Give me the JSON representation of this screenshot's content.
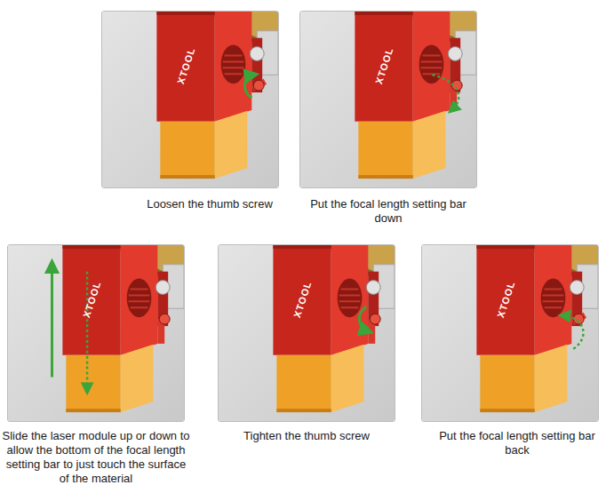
{
  "diagram": {
    "labels": [
      "XTOOL",
      "Loosen the thumb screw",
      "XTOOL",
      "Put the focal length setting bar down",
      "XTOOL",
      "Slide the laser module up or down to allow the bottom of the focal length setting bar to just touch the surface of the material",
      "XTOOL",
      "Tighten the thumb screw",
      "XTOOL",
      "Put the focal length setting bar back"
    ]
  }
}
